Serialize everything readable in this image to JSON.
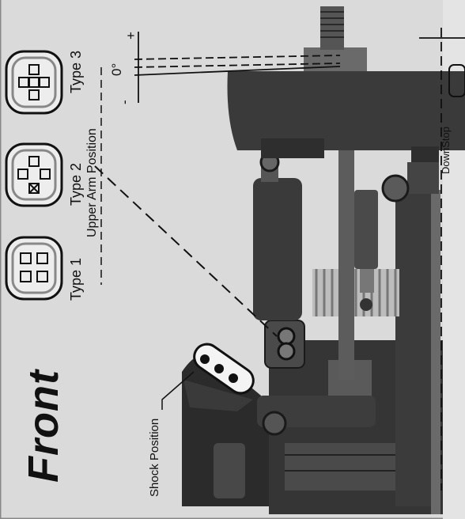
{
  "diagram": {
    "title": "Front",
    "type_labels": [
      "Type 1",
      "Type 2",
      "Type 3"
    ],
    "upper_arm_position_label": "Upper Arm Position",
    "shock_position_label": "Shock Position",
    "camber_labels": {
      "zero": "0°",
      "plus": "+",
      "minus": "-"
    },
    "downstop_label": "DownStop"
  }
}
